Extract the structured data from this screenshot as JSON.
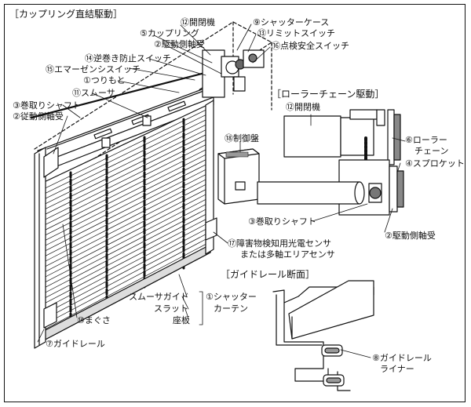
{
  "sections": {
    "coupling": "［カップリング直結駆動］",
    "roller_chain": "［ローラーチェーン駆動］",
    "guide_rail_section": "［ガイドレール断面］"
  },
  "labels": {
    "opener": "⑫開閉機",
    "coupling": "⑤カップリング",
    "drive_bearing": "②駆動側軸受",
    "reverse_stop": "⑭逆巻き防止スイッチ",
    "emergency": "⑮エマーゼンシスイッチ",
    "tsurimoto": "①つりもと",
    "smoother": "⑪スムーサ",
    "winding_shaft": "③巻取りシャフト",
    "driven_bearing": "②従動側軸受",
    "shutter_case": "⑨シャッターケース",
    "limit_switch": "⑬リミットスイッチ",
    "inspection_switch": "⑯点検安全スイッチ",
    "rc_opener": "⑫開閉機",
    "roller_chain_1": "⑥ローラー",
    "roller_chain_2": "チェーン",
    "sprocket": "④スプロケット",
    "control_panel": "⑱制御盤",
    "rc_winding_shaft": "③巻取りシャフト",
    "rc_drive_bearing": "②駆動側軸受",
    "sensor_1": "⑰障害物検知用光電センサ",
    "sensor_2": "または多軸エリアセンサ",
    "smoother_guide": "スムーサガイド",
    "slat": "スラット",
    "bottom_bar": "座板",
    "curtain_1": "①シャッター",
    "curtain_2": "カーテン",
    "magusa": "⑩まぐさ",
    "guide_rail": "⑦ガイドレール",
    "rail_liner_1": "⑧ガイドレール",
    "rail_liner_2": "ライナー"
  },
  "colors": {
    "line": "#111111",
    "background": "#ffffff",
    "shade": "#888888"
  }
}
